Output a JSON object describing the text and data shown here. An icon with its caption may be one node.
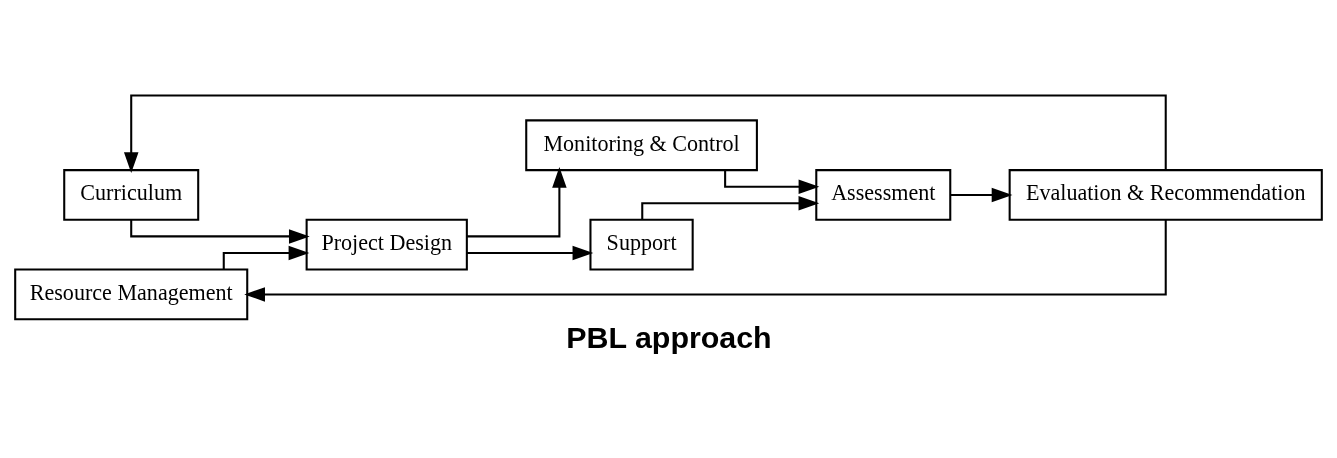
{
  "diagram": {
    "caption": "PBL approach",
    "nodes": [
      {
        "text": [
          "Curriculum"
        ]
      },
      {
        "text": [
          "Resource Management"
        ]
      },
      {
        "text": [
          "Project Design"
        ]
      },
      {
        "text": [
          "Monitoring & Control"
        ]
      },
      {
        "text": [
          "Support"
        ]
      },
      {
        "text": [
          "Assessment"
        ]
      },
      {
        "text": [
          "Evaluation & Recommendation"
        ]
      }
    ],
    "edges": [
      {
        "from": 0,
        "to": 2,
        "arrow": "to"
      },
      {
        "from": 1,
        "to": 2,
        "arrow": "to"
      },
      {
        "from": 2,
        "to": 3,
        "arrow": "to"
      },
      {
        "from": 2,
        "to": 4,
        "arrow": "to"
      },
      {
        "from": 3,
        "to": 5,
        "arrow": "to"
      },
      {
        "from": 4,
        "to": 5,
        "arrow": "to"
      },
      {
        "from": 5,
        "to": 6,
        "arrow": "to"
      },
      {
        "from": 6,
        "to": 0,
        "arrow": "to"
      },
      {
        "from": 6,
        "to": 1,
        "arrow": "to"
      }
    ]
  }
}
